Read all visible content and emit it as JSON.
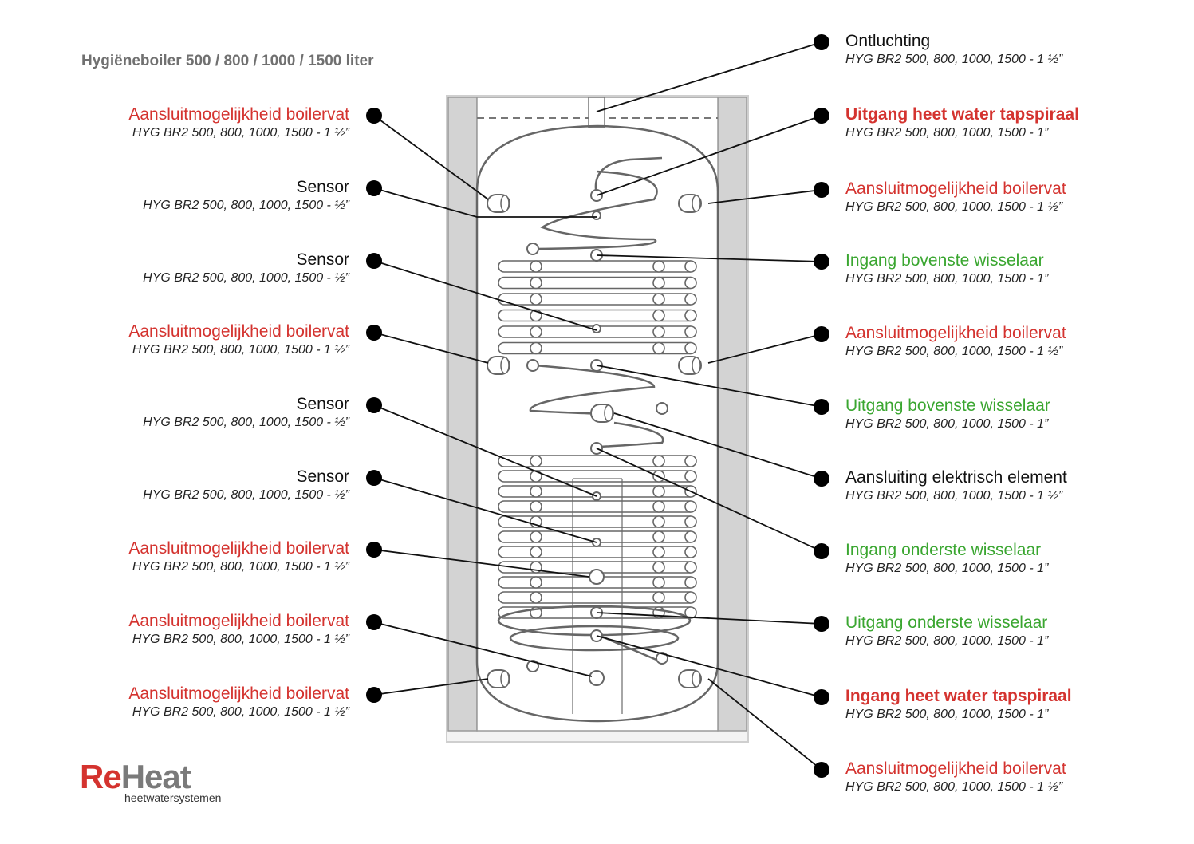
{
  "title": "Hygiëneboiler 500 / 800 / 1000 / 1500 liter",
  "colors": {
    "red": "#d4332f",
    "green": "#3aa630",
    "black": "#111111",
    "outline": "#666666",
    "insulation": "#d3d3d3"
  },
  "logo": {
    "brand_re": "Re",
    "brand_heat": "Heat",
    "tagline": "heetwatersystemen"
  },
  "left_labels": [
    {
      "name": "Aansluitmogelijkheid boilervat",
      "spec": "HYG BR2 500, 800, 1000, 1500 - 1 ½”",
      "color": "red"
    },
    {
      "name": "Sensor",
      "spec": "HYG BR2 500, 800, 1000, 1500 - ½”",
      "color": "black"
    },
    {
      "name": "Sensor",
      "spec": "HYG BR2 500, 800, 1000, 1500 - ½”",
      "color": "black"
    },
    {
      "name": "Aansluitmogelijkheid boilervat",
      "spec": "HYG BR2 500, 800, 1000, 1500 - 1 ½”",
      "color": "red"
    },
    {
      "name": "Sensor",
      "spec": "HYG BR2 500, 800, 1000, 1500 - ½”",
      "color": "black"
    },
    {
      "name": "Sensor",
      "spec": "HYG BR2 500, 800, 1000, 1500 - ½”",
      "color": "black"
    },
    {
      "name": "Aansluitmogelijkheid boilervat",
      "spec": "HYG BR2 500, 800, 1000, 1500 - 1 ½”",
      "color": "red"
    },
    {
      "name": "Aansluitmogelijkheid boilervat",
      "spec": "HYG BR2 500, 800, 1000, 1500 - 1 ½”",
      "color": "red"
    },
    {
      "name": "Aansluitmogelijkheid boilervat",
      "spec": "HYG BR2 500, 800, 1000, 1500 - 1 ½”",
      "color": "red"
    }
  ],
  "right_labels": [
    {
      "name": "Ontluchting",
      "spec": "HYG BR2 500, 800, 1000, 1500 - 1 ½”",
      "color": "black",
      "bold": false
    },
    {
      "name": "Uitgang heet water tapspiraal",
      "spec": "HYG BR2 500, 800, 1000, 1500 - 1”",
      "color": "red",
      "bold": true
    },
    {
      "name": "Aansluitmogelijkheid boilervat",
      "spec": "HYG BR2 500, 800, 1000, 1500 - 1 ½”",
      "color": "red",
      "bold": false
    },
    {
      "name": "Ingang bovenste wisselaar",
      "spec": "HYG BR2 500, 800, 1000, 1500 - 1”",
      "color": "green",
      "bold": false
    },
    {
      "name": "Aansluitmogelijkheid boilervat",
      "spec": "HYG BR2 500, 800, 1000, 1500 - 1 ½”",
      "color": "red",
      "bold": false
    },
    {
      "name": "Uitgang bovenste wisselaar",
      "spec": "HYG BR2 500, 800, 1000, 1500 - 1”",
      "color": "green",
      "bold": false
    },
    {
      "name": "Aansluiting elektrisch element",
      "spec": "HYG BR2 500, 800, 1000, 1500 - 1 ½”",
      "color": "black",
      "bold": false
    },
    {
      "name": "Ingang onderste wisselaar",
      "spec": "HYG BR2 500, 800, 1000, 1500 - 1”",
      "color": "green",
      "bold": false
    },
    {
      "name": "Uitgang onderste wisselaar",
      "spec": "HYG BR2 500, 800, 1000, 1500 - 1”",
      "color": "green",
      "bold": false
    },
    {
      "name": "Ingang heet water tapspiraal",
      "spec": "HYG BR2 500, 800, 1000, 1500 - 1”",
      "color": "red",
      "bold": true
    },
    {
      "name": "Aansluitmogelijkheid boilervat",
      "spec": "HYG BR2 500, 800, 1000, 1500 - 1 ½”",
      "color": "red",
      "bold": false
    }
  ]
}
